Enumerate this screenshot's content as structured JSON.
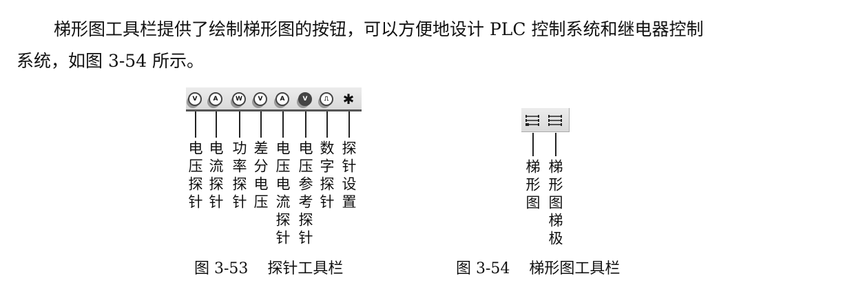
{
  "paragraph": {
    "line1": "梯形图工具栏提供了绘制梯形图的按钮，可以方便地设计 PLC 控制系统和继电器控制",
    "line2": "系统，如图 3-54 所示。"
  },
  "figure53": {
    "caption": "图 3-53    探针工具栏",
    "icons": [
      {
        "icon": "voltage-probe-icon",
        "glyph": "V",
        "label": "电压探针"
      },
      {
        "icon": "current-probe-icon",
        "glyph": "A",
        "label": "电流探针"
      },
      {
        "icon": "power-probe-icon",
        "glyph": "W",
        "label": "功率探针"
      },
      {
        "icon": "differential-voltage-probe-icon",
        "glyph": "V",
        "label": "差分电压"
      },
      {
        "icon": "voltage-current-probe-icon",
        "glyph": "A",
        "label": "电压电流探针"
      },
      {
        "icon": "voltage-reference-probe-icon",
        "glyph": "V",
        "label": "电压参考探针"
      },
      {
        "icon": "digital-probe-icon",
        "glyph": "⎍",
        "label": "数字探针"
      },
      {
        "icon": "probe-settings-gear-icon",
        "glyph": "✱",
        "label": "探针设置"
      }
    ]
  },
  "figure54": {
    "caption": "图 3-54    梯形图工具栏",
    "icons": [
      {
        "icon": "ladder-diagram-icon",
        "label": "梯形图"
      },
      {
        "icon": "ladder-diagram-rung-icon",
        "label": "梯形图梯极"
      }
    ]
  }
}
